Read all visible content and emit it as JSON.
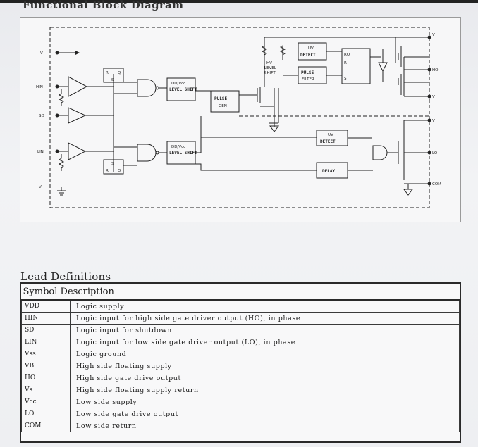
{
  "heading": "Functional Block Diagram",
  "diagram": {
    "pins_left": [
      "V",
      "HIN",
      "SD",
      "LIN",
      "V"
    ],
    "pins_right": [
      "V",
      "HO",
      "V",
      "V",
      "LO",
      "COM"
    ],
    "blocks": {
      "rs_top": [
        "R",
        "Q",
        "S"
      ],
      "rs_bottom": [
        "S",
        "R",
        "Q"
      ],
      "level_shift_top": "LEVEL SHIFT",
      "level_shift_bottom": "LEVEL SHIFT",
      "level_shift_sub": "DD/Vcc",
      "pulse_gen": [
        "PULSE",
        "GEN"
      ],
      "uv_detect_top": [
        "UV",
        "DETECT"
      ],
      "pulse_filter": [
        "PULSE",
        "FILTER"
      ],
      "hv_level_shift": [
        "HV",
        "LEVEL",
        "SHIFT"
      ],
      "latch": [
        "RQ",
        "R",
        "S"
      ],
      "uv_detect_bottom": [
        "UV",
        "DETECT"
      ],
      "delay": "DELAY"
    }
  },
  "lead_title": "Lead Definitions",
  "table": {
    "headers": [
      "Symbol",
      "Description"
    ],
    "rows": [
      {
        "symbol": "VDD",
        "description": "Logic supply"
      },
      {
        "symbol": "HIN",
        "description": "Logic input for high side gate driver output (HO), in phase"
      },
      {
        "symbol": "SD",
        "description": "Logic input for shutdown"
      },
      {
        "symbol": "LIN",
        "description": "Logic input for low side gate driver output (LO), in phase"
      },
      {
        "symbol": "Vss",
        "description": "Logic ground"
      },
      {
        "symbol": "VB",
        "description": "High side floating supply"
      },
      {
        "symbol": "HO",
        "description": "High side gate drive output"
      },
      {
        "symbol": "Vs",
        "description": "High side floating supply return"
      },
      {
        "symbol": "Vcc",
        "description": "Low side supply"
      },
      {
        "symbol": "LO",
        "description": "Low side gate drive output"
      },
      {
        "symbol": "COM",
        "description": "Low side return"
      }
    ]
  }
}
